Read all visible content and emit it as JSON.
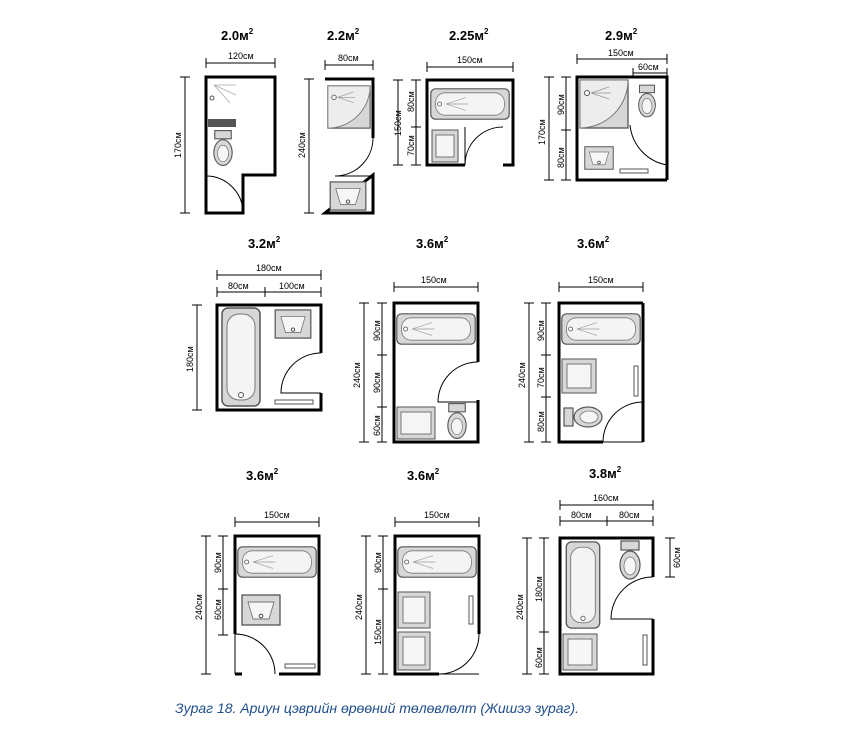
{
  "caption": "Зураг 18. Ариун цэврийн өрөөний төлөвлөлт (Жишээ зураг).",
  "plans": [
    {
      "id": "p1",
      "area": "2.0",
      "labels": [
        "120см",
        "170см"
      ]
    },
    {
      "id": "p2",
      "area": "2.2",
      "labels": [
        "80см",
        "240см"
      ]
    },
    {
      "id": "p3",
      "area": "2.25",
      "labels": [
        "150см",
        "150см",
        "80см",
        "70см"
      ]
    },
    {
      "id": "p4",
      "area": "2.9",
      "labels": [
        "150см",
        "60см",
        "170см",
        "90см",
        "80см"
      ]
    },
    {
      "id": "p5",
      "area": "3.2",
      "labels": [
        "180см",
        "80см",
        "100см",
        "180см"
      ]
    },
    {
      "id": "p6",
      "area": "3.6",
      "labels": [
        "150см",
        "240см",
        "90см",
        "90см",
        "60см"
      ]
    },
    {
      "id": "p7",
      "area": "3.6",
      "labels": [
        "150см",
        "240см",
        "90см",
        "70см",
        "80см"
      ]
    },
    {
      "id": "p8",
      "area": "3.6",
      "labels": [
        "150см",
        "240см",
        "90см",
        "60см"
      ]
    },
    {
      "id": "p9",
      "area": "3.6",
      "labels": [
        "150см",
        "240см",
        "90см",
        "150см"
      ]
    },
    {
      "id": "p10",
      "area": "3.8",
      "labels": [
        "160см",
        "80см",
        "80см",
        "240см",
        "180см",
        "60см",
        "60см"
      ]
    }
  ],
  "area_unit": "м",
  "area_exp": "2"
}
